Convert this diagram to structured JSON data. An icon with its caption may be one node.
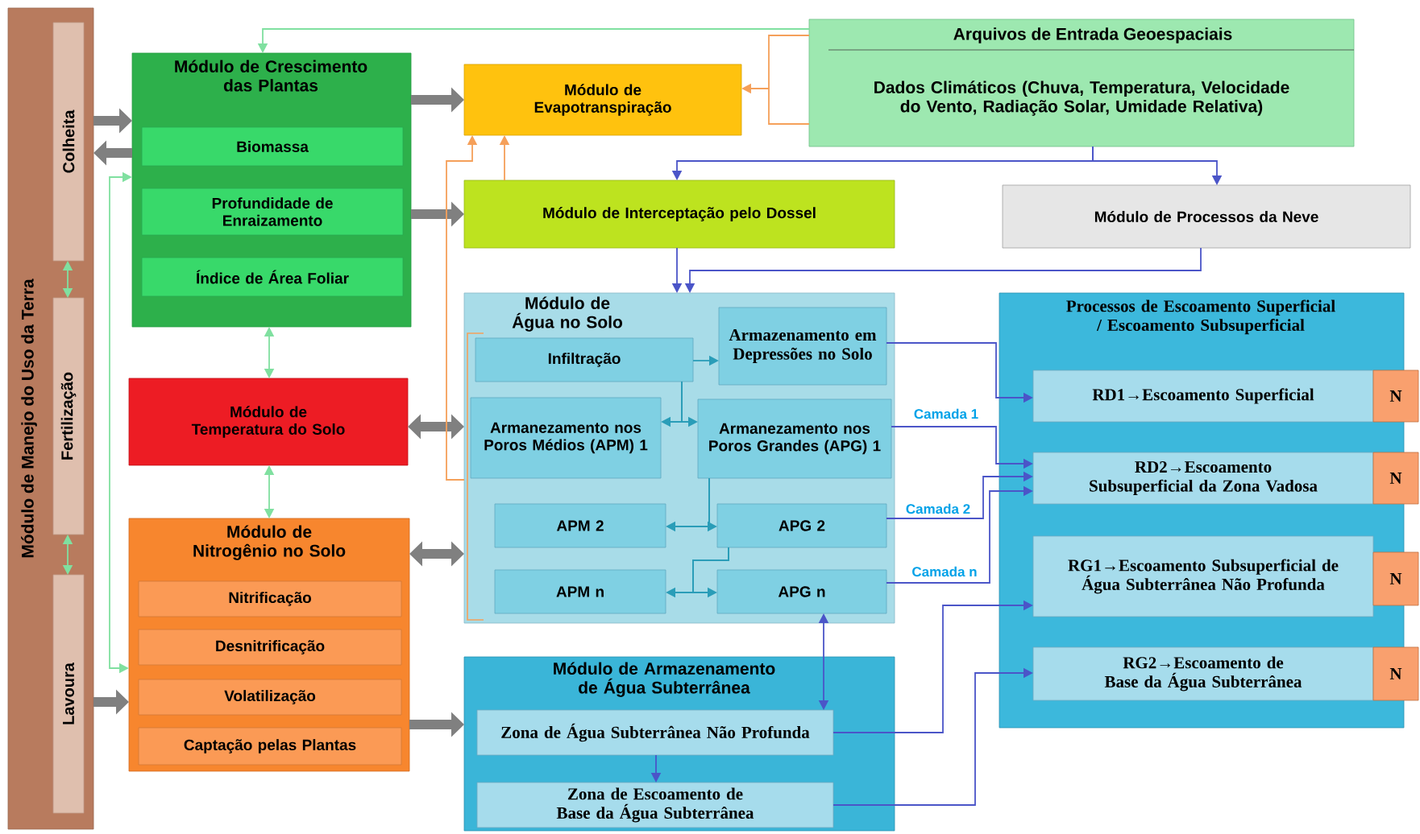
{
  "diagram": {
    "nodes": [
      {
        "text": [
          "Módulo de Manejo do Uso da Terra"
        ]
      },
      {
        "text": [
          "Colheita"
        ],
        "in": 0
      },
      {
        "text": [
          "Fertilização"
        ],
        "in": 0
      },
      {
        "text": [
          "Lavoura"
        ],
        "in": 0
      },
      {
        "text": [
          "Módulo de Crescimento das Plantas"
        ]
      },
      {
        "text": [
          "Biomassa"
        ],
        "in": 4
      },
      {
        "text": [
          "Profundidade de Enraizamento"
        ],
        "in": 4
      },
      {
        "text": [
          "Índice de Área Foliar"
        ],
        "in": 4
      },
      {
        "text": [
          "Módulo de Evapotranspiração"
        ]
      },
      {
        "text": [
          "Arquivos de Entrada Geoespaciais",
          "Dados Climáticos (Chuva, Temperatura, Velocidade do Vento, Radiação Solar, Umidade Relativa)"
        ]
      },
      {
        "text": [
          "Módulo de Interceptação pelo Dossel"
        ]
      },
      {
        "text": [
          "Módulo de Processos da Neve"
        ]
      },
      {
        "text": [
          "Módulo de Temperatura do Solo"
        ]
      },
      {
        "text": [
          "Módulo de Água no Solo"
        ]
      },
      {
        "text": [
          "Infiltração"
        ],
        "in": 13
      },
      {
        "text": [
          "Armazenamento em Depressões no Solo"
        ],
        "in": 13
      },
      {
        "text": [
          "Armanezamento nos Poros Médios (APM) 1"
        ],
        "in": 13
      },
      {
        "text": [
          "Armanezamento nos Poros Grandes (APG) 1"
        ],
        "in": 13
      },
      {
        "text": [
          "APM 2"
        ],
        "in": 13
      },
      {
        "text": [
          "APG 2"
        ],
        "in": 13
      },
      {
        "text": [
          "APM n"
        ],
        "in": 13
      },
      {
        "text": [
          "APG n"
        ],
        "in": 13
      },
      {
        "text": [
          "Módulo de Nitrogênio no Solo"
        ]
      },
      {
        "text": [
          "Nitrificação"
        ],
        "in": 22
      },
      {
        "text": [
          "Desnitrificação"
        ],
        "in": 22
      },
      {
        "text": [
          "Volatilização"
        ],
        "in": 22
      },
      {
        "text": [
          "Captação pelas Plantas"
        ],
        "in": 22
      },
      {
        "text": [
          "Módulo de Armazenamento de Água Subterrânea"
        ]
      },
      {
        "text": [
          "Zona de Água Subterrânea Não Profunda"
        ],
        "in": 27
      },
      {
        "text": [
          "Zona de Escoamento de Base da Água Subterrânea"
        ],
        "in": 27
      },
      {
        "text": [
          "Processos de Escoamento Superficial / Escoamento Subsuperficial"
        ]
      },
      {
        "text": [
          "RD1→Escoamento Superficial"
        ],
        "in": 30
      },
      {
        "text": [
          "N"
        ]
      },
      {
        "text": [
          "RD2→Escoamento Subsuperficial da Zona Vadosa"
        ],
        "in": 30
      },
      {
        "text": [
          "N"
        ]
      },
      {
        "text": [
          "RG1→Escoamento Subsuperficial de Água Subterrânea Não Profunda"
        ],
        "in": 30
      },
      {
        "text": [
          "N"
        ]
      },
      {
        "text": [
          "RG2→Escoamento de Base da Água Subterrânea"
        ],
        "in": 30
      },
      {
        "text": [
          "N"
        ]
      }
    ],
    "edges": [
      {
        "from": 0,
        "to": 4,
        "arrow": "to",
        "style": "thick",
        "color": "#808080"
      },
      {
        "from": 4,
        "to": 0,
        "arrow": "to",
        "style": "thick",
        "color": "#808080"
      },
      {
        "from": 4,
        "to": 8,
        "arrow": "to",
        "style": "thick",
        "color": "#808080"
      },
      {
        "from": 4,
        "to": 10,
        "arrow": "to",
        "style": "thick",
        "color": "#808080"
      },
      {
        "from": 12,
        "to": 13,
        "arrow": "both",
        "style": "thick",
        "color": "#808080"
      },
      {
        "from": 22,
        "to": 13,
        "arrow": "both",
        "style": "thick",
        "color": "#808080"
      },
      {
        "from": 22,
        "to": 27,
        "arrow": "to",
        "style": "thick",
        "color": "#808080"
      },
      {
        "from": 0,
        "to": 22,
        "arrow": "to",
        "style": "thick",
        "color": "#808080"
      },
      {
        "from": 1,
        "to": 2,
        "arrow": "both",
        "color": "#80e0a0"
      },
      {
        "from": 2,
        "to": 3,
        "arrow": "both",
        "color": "#80e0a0"
      },
      {
        "from": 4,
        "to": 12,
        "arrow": "both",
        "color": "#80e0a0"
      },
      {
        "from": 12,
        "to": 22,
        "arrow": "both",
        "color": "#80e0a0"
      },
      {
        "from": 9,
        "to": 4,
        "arrow": "to",
        "color": "#80e0a0"
      },
      {
        "from": 4,
        "to": 22,
        "arrow": "both",
        "color": "#80e0a0"
      },
      {
        "from": 9,
        "to": 8,
        "arrow": "to",
        "color": "#f5a05a"
      },
      {
        "from": 10,
        "to": 8,
        "arrow": "to",
        "color": "#f5a05a"
      },
      {
        "from": 13,
        "to": 8,
        "arrow": "to",
        "color": "#f5a05a"
      },
      {
        "from": 9,
        "to": 10,
        "arrow": "to"
      },
      {
        "from": 9,
        "to": 11,
        "arrow": "to"
      },
      {
        "from": 11,
        "to": 13,
        "arrow": "to"
      },
      {
        "from": 10,
        "to": 13,
        "arrow": "to"
      },
      {
        "from": 15,
        "to": 31,
        "arrow": "to"
      },
      {
        "from": 17,
        "to": 33,
        "arrow": "to",
        "label": "Camada 1"
      },
      {
        "from": 19,
        "to": 33,
        "arrow": "to",
        "label": "Camada 2"
      },
      {
        "from": 21,
        "to": 33,
        "arrow": "to",
        "label": "Camada n"
      },
      {
        "from": 21,
        "to": 28,
        "arrow": "both"
      },
      {
        "from": 28,
        "to": 35,
        "arrow": "to"
      },
      {
        "from": 28,
        "to": 29,
        "arrow": "to"
      },
      {
        "from": 29,
        "to": 37,
        "arrow": "to"
      },
      {
        "from": 14,
        "to": 15,
        "arrow": "to",
        "color": "#2a9db8"
      },
      {
        "from": 14,
        "to": 16,
        "arrow": "to",
        "color": "#2a9db8"
      },
      {
        "from": 14,
        "to": 17,
        "arrow": "to",
        "color": "#2a9db8"
      },
      {
        "from": 17,
        "to": 18,
        "arrow": "to",
        "color": "#2a9db8"
      },
      {
        "from": 17,
        "to": 19,
        "arrow": "to",
        "color": "#2a9db8"
      },
      {
        "from": 19,
        "to": 20,
        "arrow": "to",
        "color": "#2a9db8"
      },
      {
        "from": 19,
        "to": 21,
        "arrow": "to",
        "color": "#2a9db8"
      }
    ]
  }
}
